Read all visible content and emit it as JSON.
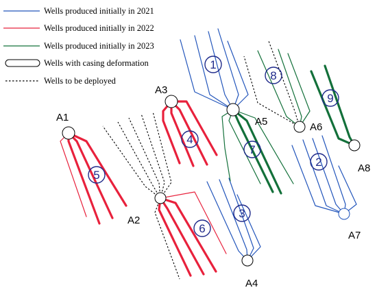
{
  "legend": {
    "items": [
      {
        "label": "Wells produced initially in 2021",
        "color": "#2255bb",
        "style": "solid"
      },
      {
        "label": "Wells produced initially in 2022",
        "color": "#e8213c",
        "style": "solid"
      },
      {
        "label": "Wells produced initially in 2023",
        "color": "#13703a",
        "style": "solid"
      },
      {
        "label": "Wells with casing deformation",
        "color": "#000000",
        "style": "box"
      },
      {
        "label": "Wells to be deployed",
        "color": "#000000",
        "style": "dotted"
      }
    ]
  },
  "pads": [
    "A1",
    "A2",
    "A3",
    "A4",
    "A5",
    "A6",
    "A7",
    "A8"
  ],
  "zones": [
    "1",
    "2",
    "3",
    "4",
    "5",
    "6",
    "7",
    "8",
    "9"
  ],
  "colors": {
    "wells_2021": "#2255bb",
    "wells_2022": "#e8213c",
    "wells_2023": "#13703a",
    "zone_number": "#1f2a8a"
  }
}
